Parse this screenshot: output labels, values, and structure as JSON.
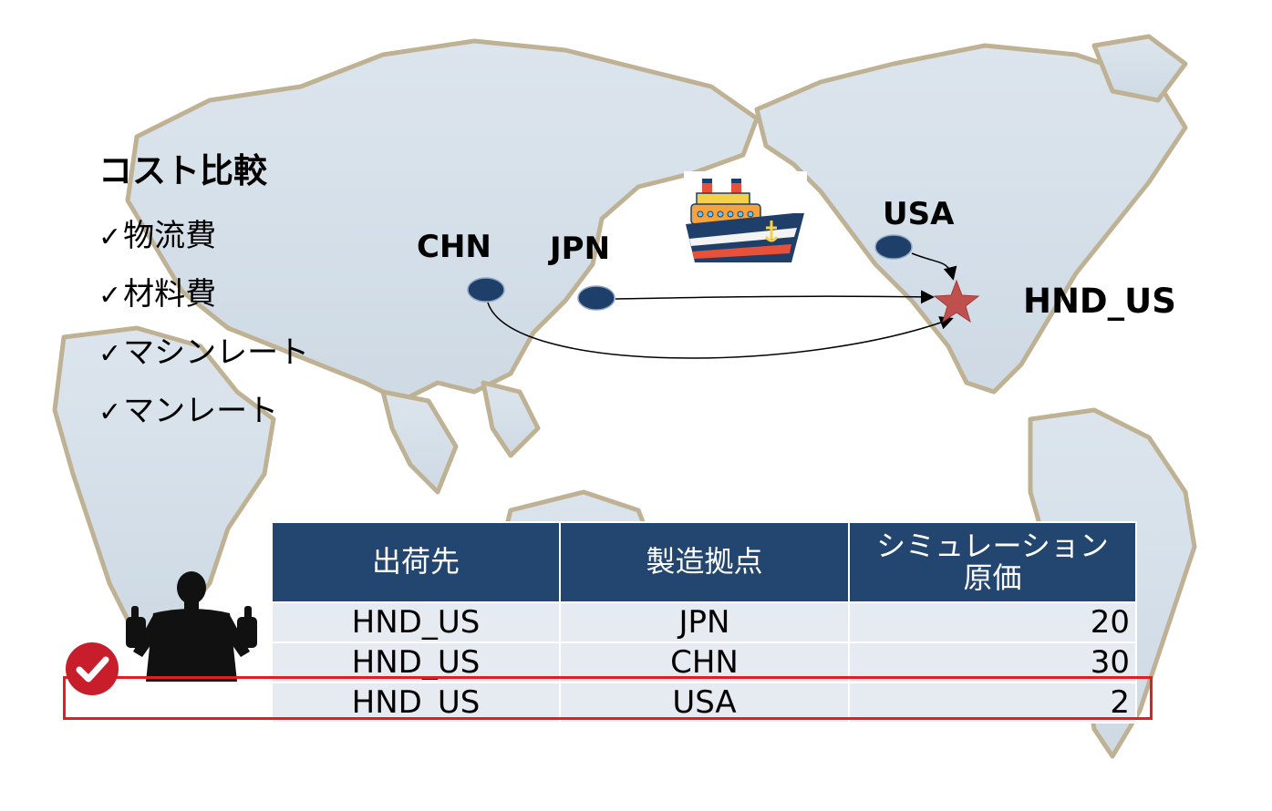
{
  "title": "コスト比較",
  "cost_items": [
    {
      "check": "✓",
      "label": "物流費"
    },
    {
      "check": "✓",
      "label": "材料費"
    },
    {
      "check": "✓",
      "label": "マシンレート"
    },
    {
      "check": "✓",
      "label": "マンレート"
    }
  ],
  "nodes": {
    "chn": "CHN",
    "jpn": "JPN",
    "usa": "USA",
    "destination": "HND_US"
  },
  "colors": {
    "node_fill": "#1f3f6b",
    "star": "#c0504d",
    "table_header": "#22466f",
    "table_row": "#e6ebf1",
    "highlight": "#e02020",
    "badge": "#c81e2b"
  },
  "icons": {
    "ship": "cargo-ship-icon",
    "person": "thumbs-up-person-silhouette",
    "badge": "check-circle-icon",
    "destination": "star-icon"
  },
  "table": {
    "headers": [
      "出荷先",
      "製造拠点",
      "シミュレーション\n原価"
    ],
    "rows": [
      {
        "destination": "HND_US",
        "site": "JPN",
        "cost": "20"
      },
      {
        "destination": "HND_US",
        "site": "CHN",
        "cost": "30"
      },
      {
        "destination": "HND_US",
        "site": "USA",
        "cost": "2"
      }
    ],
    "selected_row": 3
  }
}
